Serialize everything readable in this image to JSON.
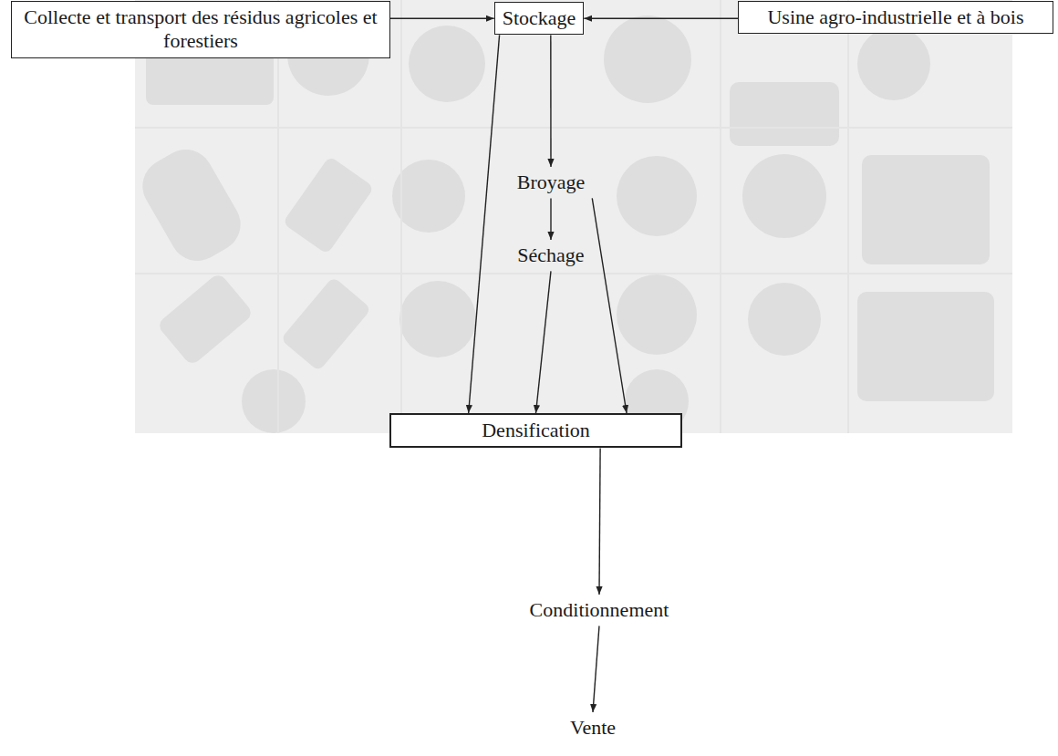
{
  "diagram": {
    "nodes": [
      {
        "text": [
          "Collecte et transport des résidus agricoles et forestiers"
        ]
      },
      {
        "text": [
          "Stockage"
        ]
      },
      {
        "text": [
          "Usine agro-industrielle et à bois"
        ]
      },
      {
        "text": [
          "Broyage"
        ]
      },
      {
        "text": [
          "Séchage"
        ]
      },
      {
        "text": [
          "Densification"
        ]
      },
      {
        "text": [
          "Conditionnement"
        ]
      },
      {
        "text": [
          "Vente"
        ]
      }
    ],
    "edges": [
      {
        "from": 0,
        "to": 1,
        "arrow": "to"
      },
      {
        "from": 2,
        "to": 1,
        "arrow": "to"
      },
      {
        "from": 1,
        "to": 3,
        "arrow": "to"
      },
      {
        "from": 1,
        "to": 5,
        "arrow": "to"
      },
      {
        "from": 3,
        "to": 4,
        "arrow": "to"
      },
      {
        "from": 3,
        "to": 5,
        "arrow": "to"
      },
      {
        "from": 4,
        "to": 5,
        "arrow": "to"
      },
      {
        "from": 5,
        "to": 6,
        "arrow": "to"
      },
      {
        "from": 6,
        "to": 7,
        "arrow": "to"
      }
    ]
  }
}
